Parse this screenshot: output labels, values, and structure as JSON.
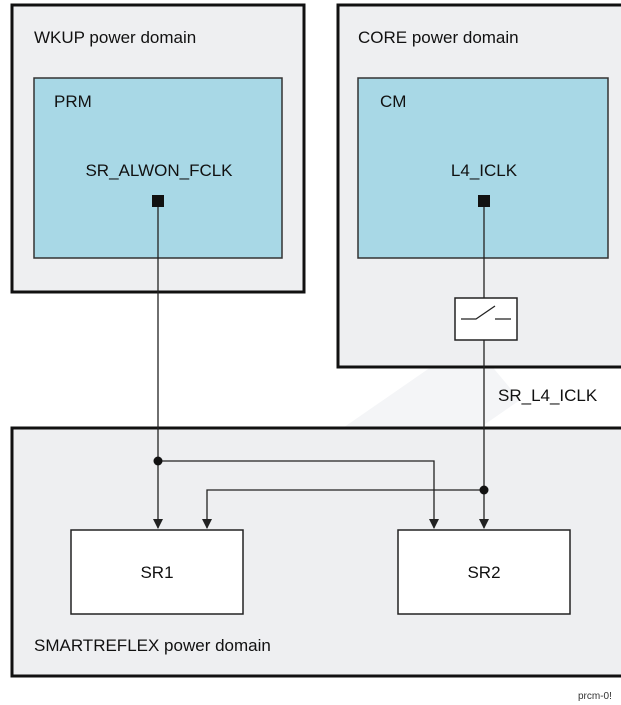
{
  "diagram": {
    "wkup_domain": {
      "label": "WKUP power domain",
      "module": {
        "label": "PRM",
        "clock": "SR_ALWON_FCLK"
      }
    },
    "core_domain": {
      "label": "CORE power domain",
      "module": {
        "label": "CM",
        "clock": "L4_ICLK"
      }
    },
    "gated_clock_label": "SR_L4_ICLK",
    "smartreflex_domain": {
      "label": "SMARTREFLEX power domain",
      "sr1": "SR1",
      "sr2": "SR2"
    },
    "figure_id": "prcm-0!"
  },
  "colors": {
    "domain_fill": "#eeeff1",
    "module_fill": "#a8d8e6",
    "line": "#222222"
  }
}
